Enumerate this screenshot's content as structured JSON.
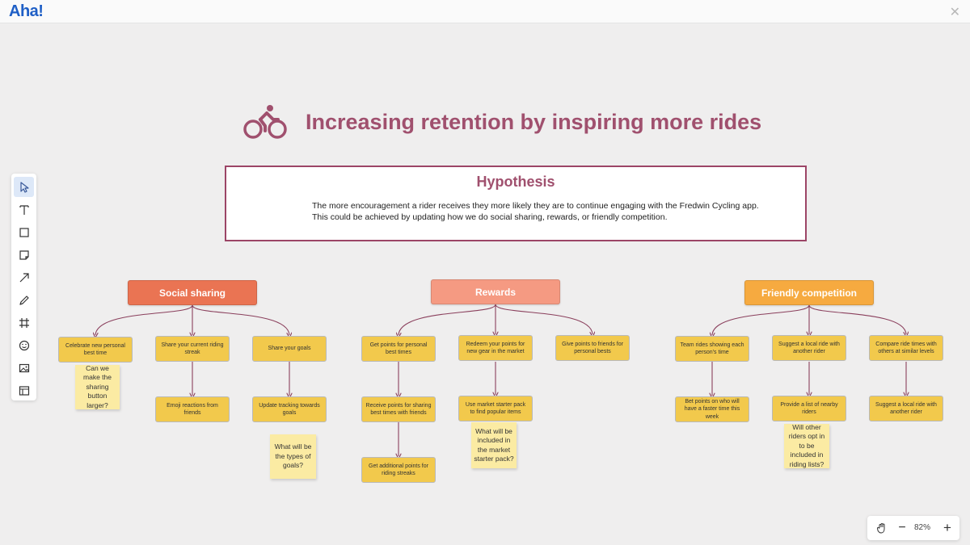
{
  "app": {
    "logo": "Aha!"
  },
  "toolbar": {
    "tools": [
      "select",
      "text",
      "rectangle",
      "sticky-note",
      "arrow",
      "pen",
      "frame",
      "emoji",
      "image",
      "template"
    ]
  },
  "board": {
    "title": "Increasing retention by inspiring more rides",
    "title_icon": "bicycle-icon",
    "hypothesis": {
      "title": "Hypothesis",
      "line1": "The more encouragement a rider receives they more likely they are to continue engaging with the Fredwin Cycling app.",
      "line2": "This could be achieved by updating how we do social sharing, rewards, or friendly competition."
    },
    "groups": [
      {
        "header": "Social sharing",
        "color": "#ea7453",
        "cards": [
          "Celebrate new personal best time",
          "Share your current riding streak",
          "Share your goals",
          "Emoji reactions from friends",
          "Update tracking towards goals"
        ],
        "stickies": [
          "Can we make the sharing button larger?",
          "What will be the types of goals?"
        ]
      },
      {
        "header": "Rewards",
        "color": "#f59a82",
        "cards": [
          "Get points for personal best times",
          "Redeem your points for new gear in the market",
          "Give points to friends for personal bests",
          "Receive points for sharing best times with friends",
          "Use market starter pack to find popular items",
          "Get additional points for riding streaks"
        ],
        "stickies": [
          "What will be included in the market starter pack?"
        ]
      },
      {
        "header": "Friendly competition",
        "color": "#f6aa40",
        "cards": [
          "Team rides showing each person's time",
          "Suggest a local ride with another rider",
          "Compare ride times with others at similar levels",
          "Bet points on who will have a faster time this week",
          "Provide a list of nearby riders",
          "Suggest a local ride with another rider"
        ],
        "stickies": [
          "Will other riders opt in to be included in riding lists?"
        ]
      }
    ]
  },
  "zoom": {
    "level": "82%",
    "pan_icon": "hand-icon",
    "minus_icon": "zoom-out-icon",
    "plus_icon": "zoom-in-icon"
  },
  "colors": {
    "accent": "#a0506e",
    "card": "#f2c94c",
    "sticky": "#fbeba3",
    "connector": "#8a3f5c",
    "brand": "#1f5fc6"
  }
}
